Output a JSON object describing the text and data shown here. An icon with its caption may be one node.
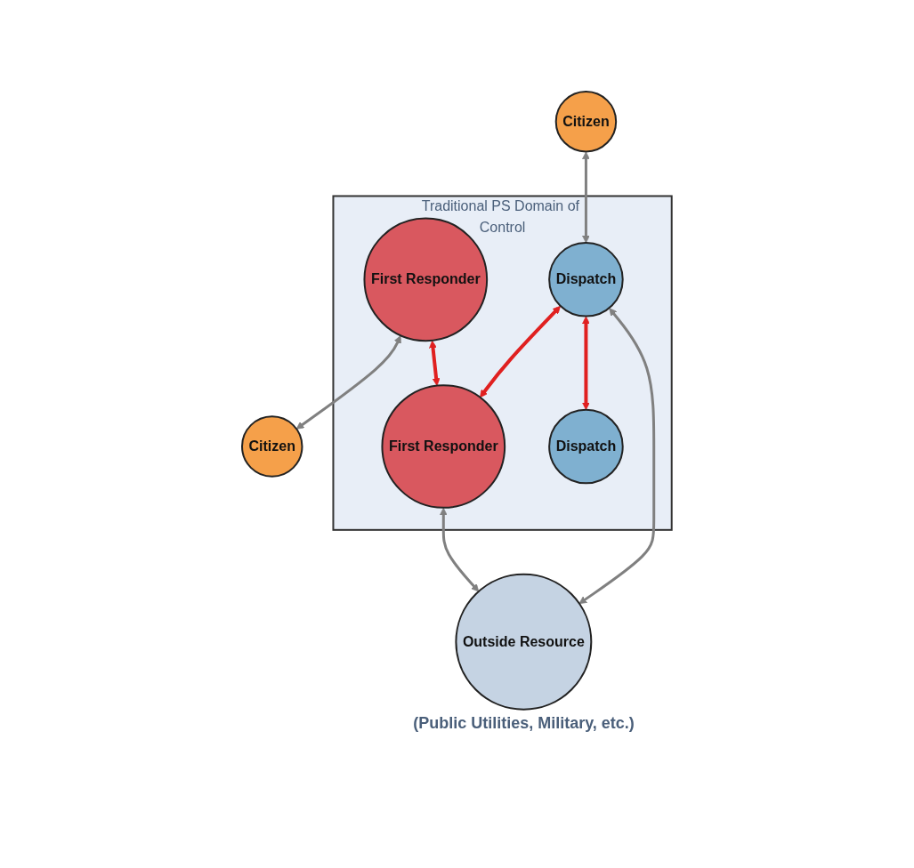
{
  "diagram": {
    "nodes": [
      {
        "text": [
          "Citizen"
        ]
      },
      {
        "text": [
          "Traditional PS Domain of Control"
        ]
      },
      {
        "text": [
          "First Responder"
        ],
        "in": 1
      },
      {
        "text": [
          "Citizen"
        ]
      },
      {
        "text": [
          "Dispatch"
        ],
        "in": 1
      },
      {
        "text": [
          "First Responder"
        ],
        "in": 1
      },
      {
        "text": [
          "Dispatch"
        ],
        "in": 1
      },
      {
        "text": [
          "Outside Resource"
        ],
        "beside": [
          "(Public Utilities, Military, etc.)"
        ]
      }
    ],
    "edges": [
      {
        "from": 0,
        "to": 4,
        "arrow": "both"
      },
      {
        "from": 2,
        "to": 3,
        "arrow": "both"
      },
      {
        "from": 2,
        "to": 5,
        "arrow": "both",
        "color": "#e02020"
      },
      {
        "from": 4,
        "to": 5,
        "arrow": "both",
        "color": "#e02020"
      },
      {
        "from": 4,
        "to": 6,
        "arrow": "both",
        "color": "#e02020"
      },
      {
        "from": 4,
        "to": 7,
        "arrow": "both"
      },
      {
        "from": 5,
        "to": 7,
        "arrow": "both"
      }
    ]
  }
}
